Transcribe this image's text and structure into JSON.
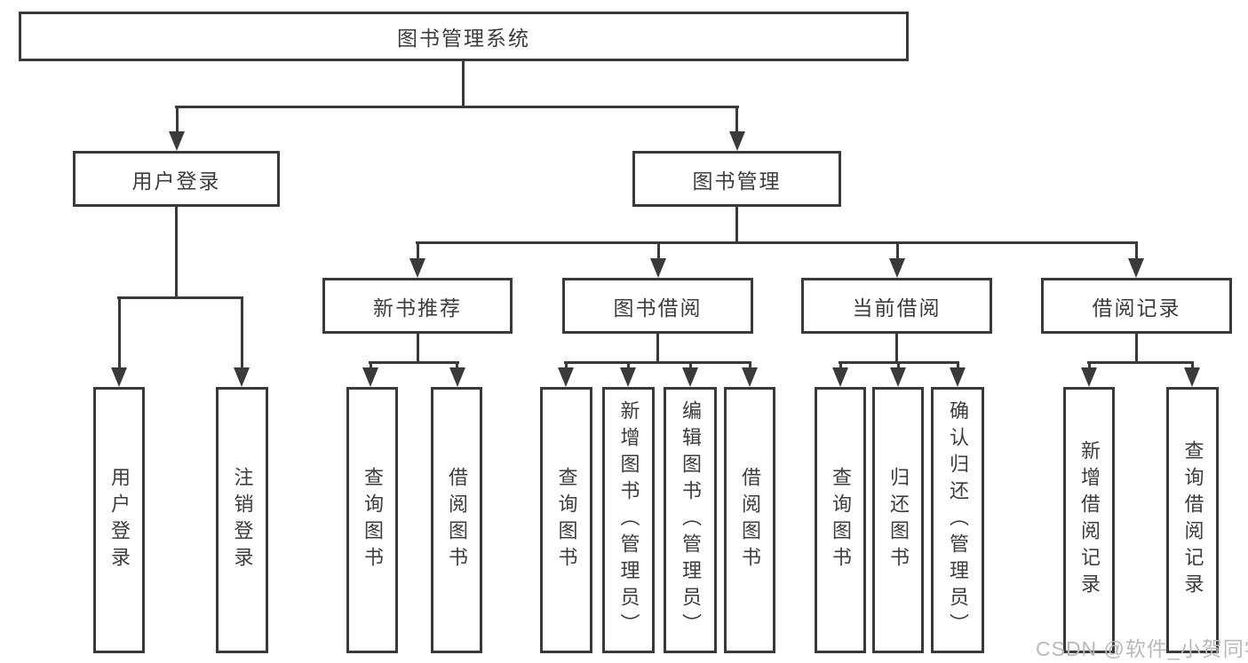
{
  "diagram": {
    "type": "hierarchy-tree",
    "root": {
      "label": "图书管理系统"
    },
    "level2": [
      {
        "label": "用户登录"
      },
      {
        "label": "图书管理"
      }
    ],
    "level3": [
      {
        "label": "新书推荐"
      },
      {
        "label": "图书借阅"
      },
      {
        "label": "当前借阅"
      },
      {
        "label": "借阅记录"
      }
    ],
    "leaves": [
      {
        "label": "用户登录"
      },
      {
        "label": "注销登录"
      },
      {
        "label": "查询图书"
      },
      {
        "label": "借阅图书"
      },
      {
        "label": "查询图书"
      },
      {
        "label": "新增图书（管理员）"
      },
      {
        "label": "编辑图书（管理员）"
      },
      {
        "label": "借阅图书"
      },
      {
        "label": "查询图书"
      },
      {
        "label": "归还图书"
      },
      {
        "label": "确认归还（管理员）"
      },
      {
        "label": "新增借阅记录"
      },
      {
        "label": "查询借阅记录"
      }
    ],
    "edges": [
      "图书管理系统→用户登录",
      "图书管理系统→图书管理",
      "用户登录→用户登录",
      "用户登录→注销登录",
      "图书管理→新书推荐",
      "图书管理→图书借阅",
      "图书管理→当前借阅",
      "图书管理→借阅记录",
      "新书推荐→查询图书",
      "新书推荐→借阅图书",
      "图书借阅→查询图书",
      "图书借阅→新增图书（管理员）",
      "图书借阅→编辑图书（管理员）",
      "图书借阅→借阅图书",
      "当前借阅→查询图书",
      "当前借阅→归还图书",
      "当前借阅→确认归还（管理员）",
      "借阅记录→新增借阅记录",
      "借阅记录→查询借阅记录"
    ],
    "colors": {
      "line": "#3a3a3a",
      "text": "#3d3d3d",
      "box_fill": "#ffffff",
      "watermark": "#bdb8b8"
    }
  },
  "watermark": "CSDN @软件_小贺同学"
}
